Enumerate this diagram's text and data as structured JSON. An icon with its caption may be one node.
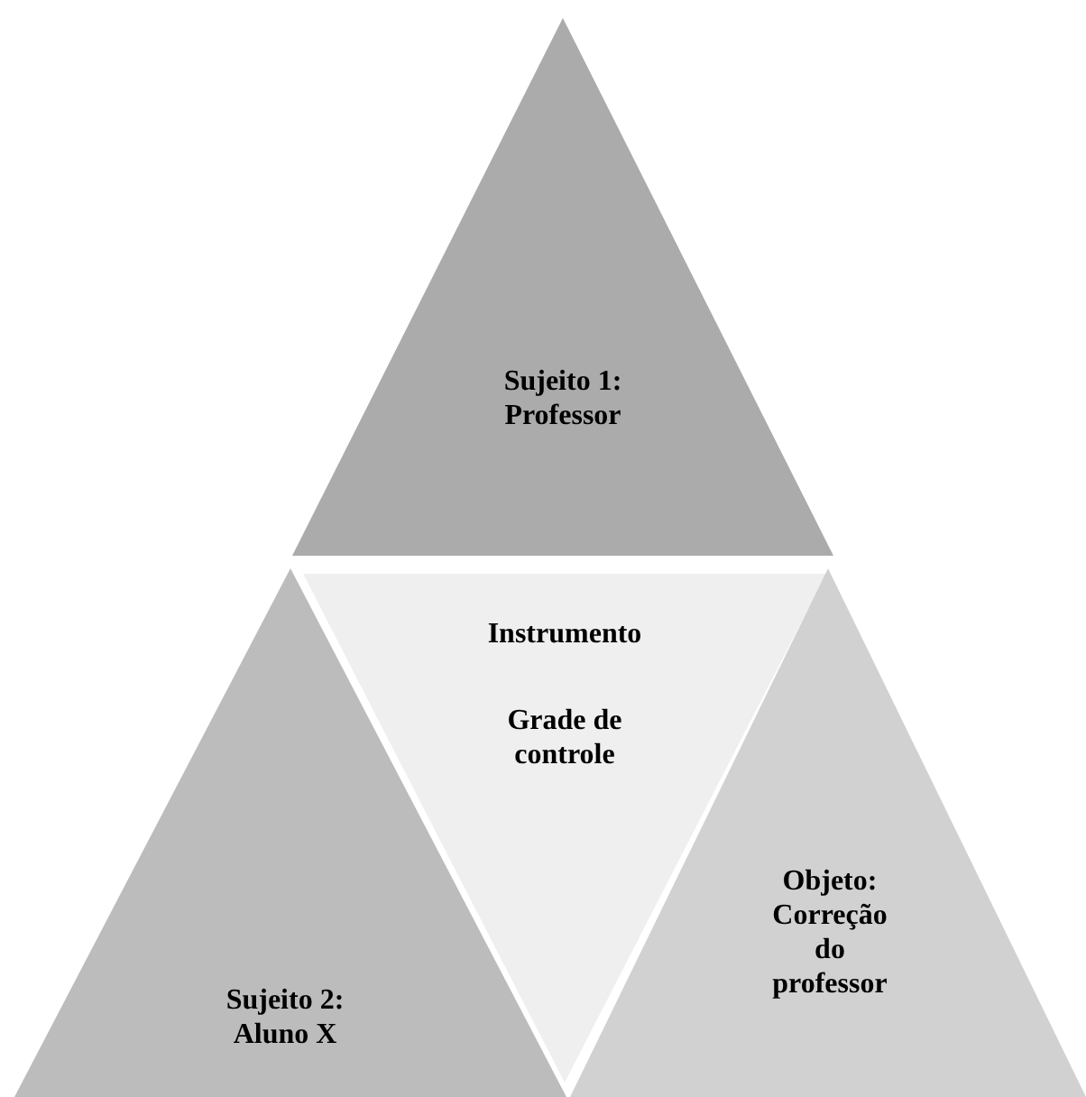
{
  "diagram": {
    "nodes": [
      {
        "text": [
          "Sujeito 1: Professor"
        ]
      },
      {
        "text": [
          "Sujeito 2: Aluno X"
        ]
      },
      {
        "text": [
          "Instrumento",
          "Grade de controle"
        ]
      },
      {
        "text": [
          "Objeto: Correção do professor"
        ]
      }
    ]
  }
}
